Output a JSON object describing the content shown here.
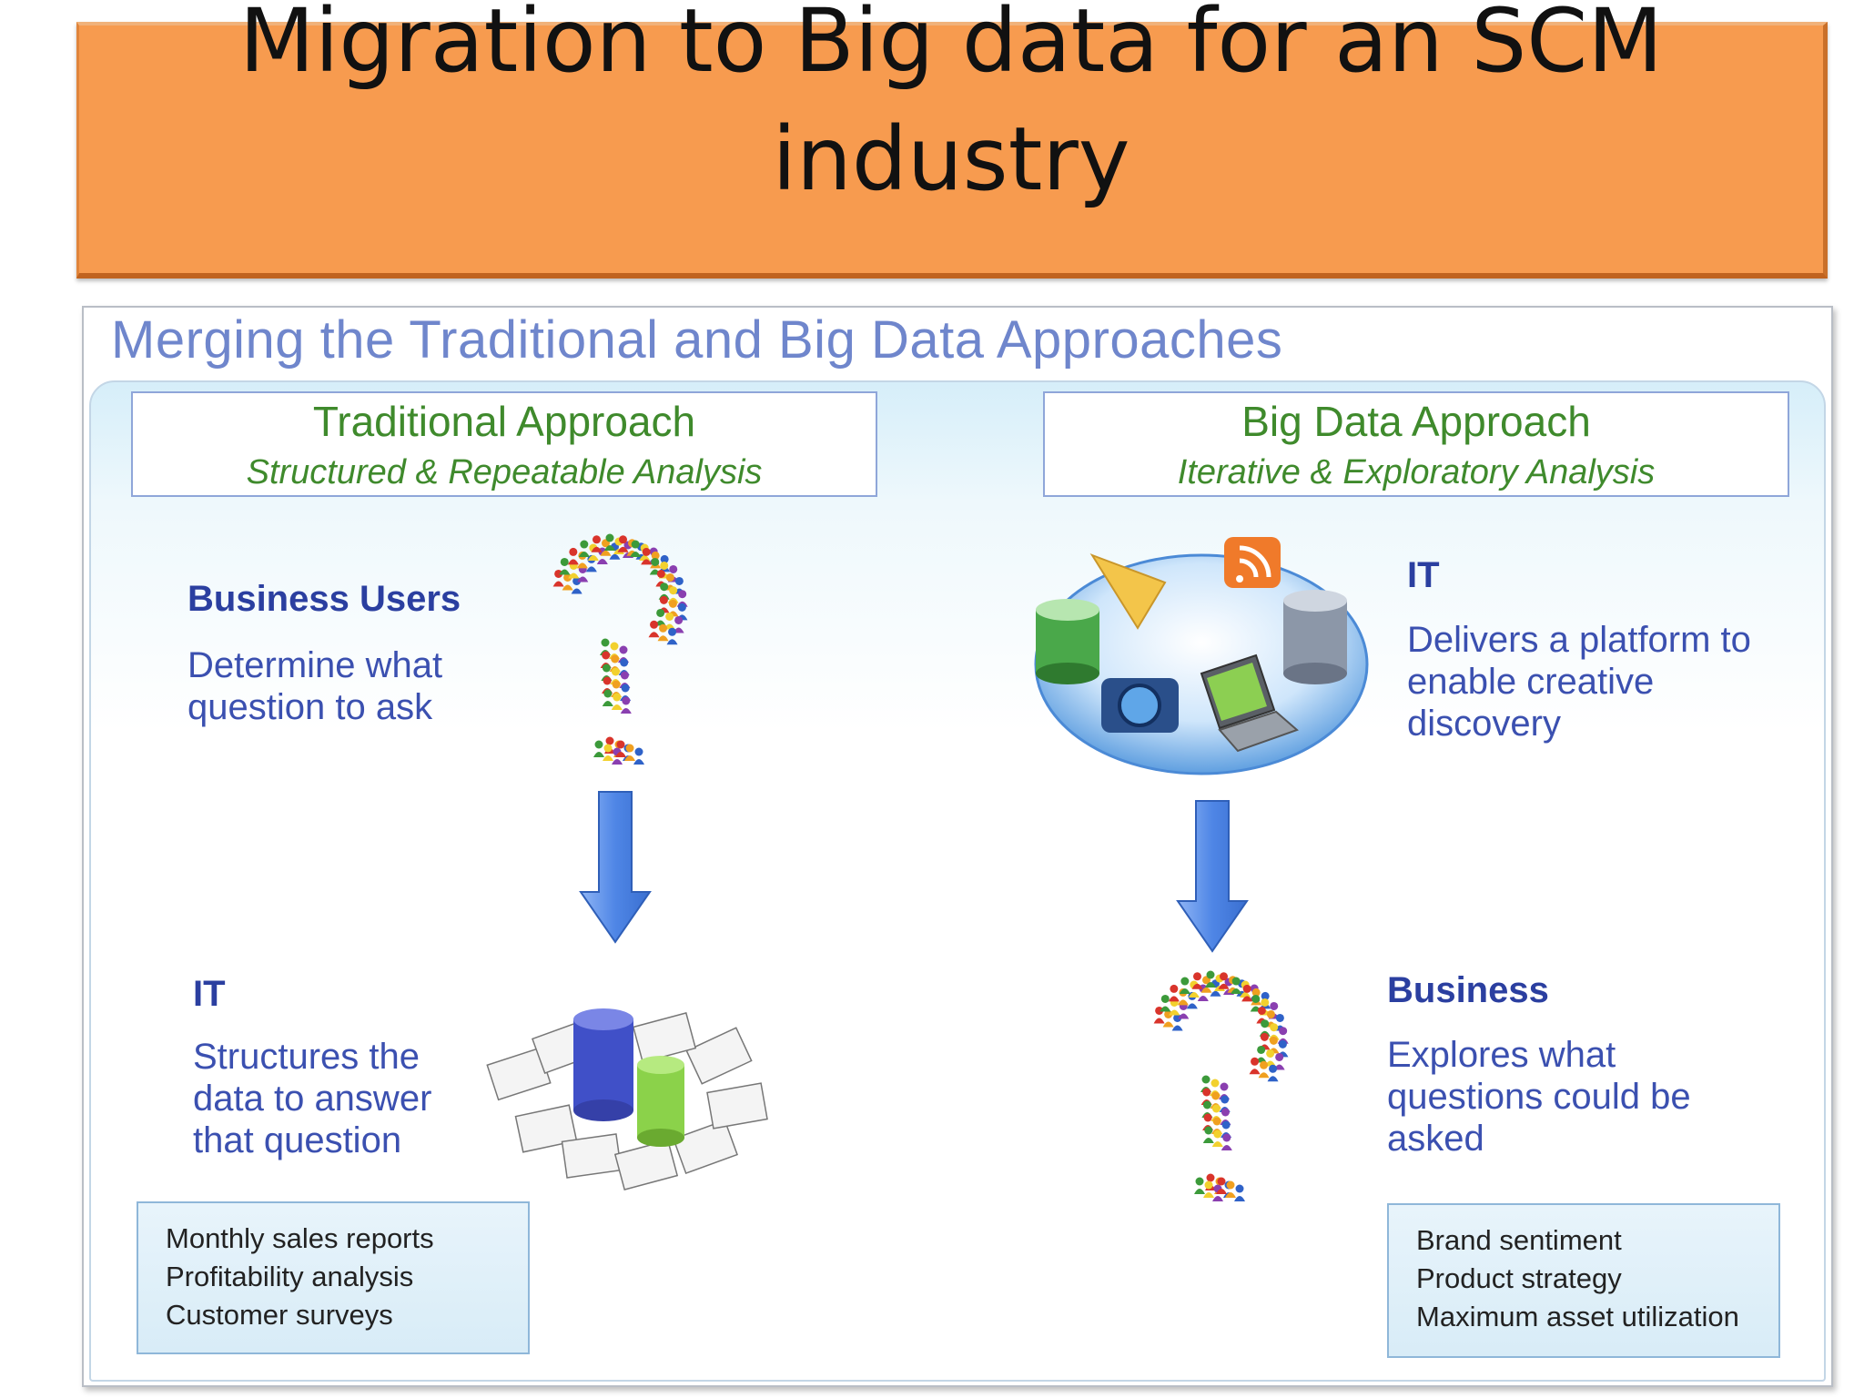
{
  "slide_title": "Migration to Big data for an SCM industry",
  "panel_heading": "Merging the Traditional and Big Data Approaches",
  "traditional": {
    "title": "Traditional Approach",
    "subtitle": "Structured & Repeatable Analysis",
    "top_label": "Business Users",
    "top_text": [
      "Determine what",
      "question to ask"
    ],
    "bottom_label": "IT",
    "bottom_text": [
      "Structures the",
      "data to answer",
      "that question"
    ],
    "examples": [
      "Monthly sales reports",
      "Profitability analysis",
      "Customer surveys"
    ]
  },
  "bigdata": {
    "title": "Big Data Approach",
    "subtitle": "Iterative & Exploratory Analysis",
    "top_label": "IT",
    "top_text": [
      "Delivers a platform to",
      "enable creative",
      "discovery"
    ],
    "bottom_label": "Business",
    "bottom_text": [
      "Explores what",
      "questions could be",
      "asked"
    ],
    "examples": [
      "Brand sentiment",
      "Product strategy",
      "Maximum asset utilization"
    ]
  },
  "colors": {
    "banner": "#f79b4f",
    "arrow": "#5b8ee8",
    "heading": "#6f86cc",
    "approach_text": "#3f8a2c",
    "label": "#2b3fa0"
  }
}
